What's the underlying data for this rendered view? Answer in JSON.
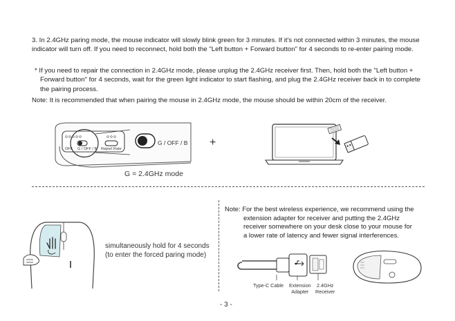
{
  "instructions": {
    "p1": "3. In 2.4GHz paring mode, the mouse indicator will slowly blink green for 3 minutes. If it's not connected within 3 minutes, the mouse indicator will turn off. If you need to reconnect, hold both the \"Left button + Forward button\" for 4 seconds to re-enter pairing mode.",
    "p2": "* If you need to repair the connection in 2.4GHz mode, please unplug the 2.4GHz receiver first. Then, hold both the \"Left button + Forward button\" for 4 seconds, wait for the green light indicator to start flashing, and plug the 2.4GHz receiver back in to complete the pairing process.",
    "p3": "Note: It is recommended that when pairing the mouse in 2.4GHz mode, the mouse should be within 20cm of the receiver."
  },
  "switch_figure": {
    "label_off": "OFF",
    "label_mid": "G / OFF / B",
    "label_report": "Report Rate",
    "switch_label": "G / OFF / B",
    "mode_label": "G = 2.4GHz mode",
    "plus": "+"
  },
  "hold_figure": {
    "line1": "simultaneously hold for 4 seconds",
    "line2": "(to enter the forced paring mode)"
  },
  "note_right": {
    "line1": "Note: For the best wireless experience, we recommend using the",
    "line2": "extension adapter for receiver and putting the 2.4GHz",
    "line3": "receiver somewhere on your desk close to your mouse for",
    "line4": "a lower rate of latency and fewer signal interferences."
  },
  "cable_labels": {
    "cable": "Type-C Cable",
    "adapter_1": "Extension",
    "adapter_2": "Adapter",
    "receiver_1": "2.4GHz",
    "receiver_2": "Receiver"
  },
  "page": {
    "number": "- 3 -"
  }
}
